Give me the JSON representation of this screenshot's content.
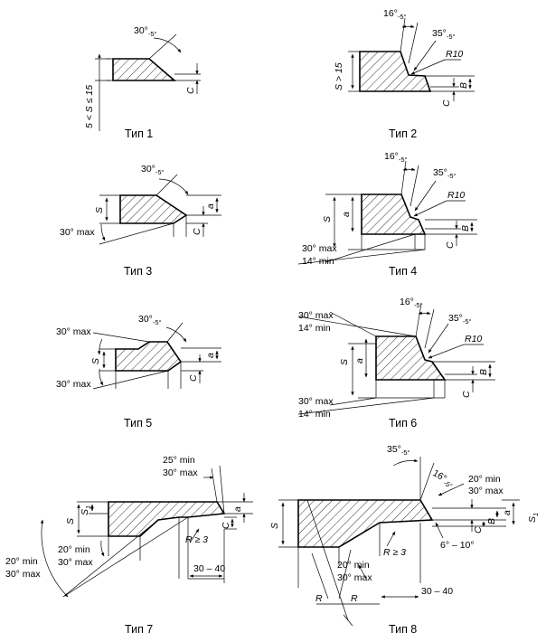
{
  "captions": {
    "t1": "Тип 1",
    "t2": "Тип 2",
    "t3": "Тип 3",
    "t4": "Тип 4",
    "t5": "Тип 5",
    "t6": "Тип 6",
    "t7": "Тип 7",
    "t8": "Тип 8"
  },
  "labels": {
    "angle30": "30°",
    "tol5": "-5°",
    "angle16": "16°",
    "angle35": "35°",
    "r10": "R10",
    "s_range": "5 < S ≤ 15",
    "s_gt": "S > 15",
    "s": "S",
    "s1": "S",
    "s1_sub": "1",
    "a": "a",
    "b": "B",
    "c": "C",
    "max30": "30° max",
    "min14": "14° min",
    "min25": "25° min",
    "min20": "20° min",
    "r_ge3": "R ≥ 3",
    "range30_40": "30 – 40",
    "range6_10": "6° – 10°",
    "r": "R"
  }
}
